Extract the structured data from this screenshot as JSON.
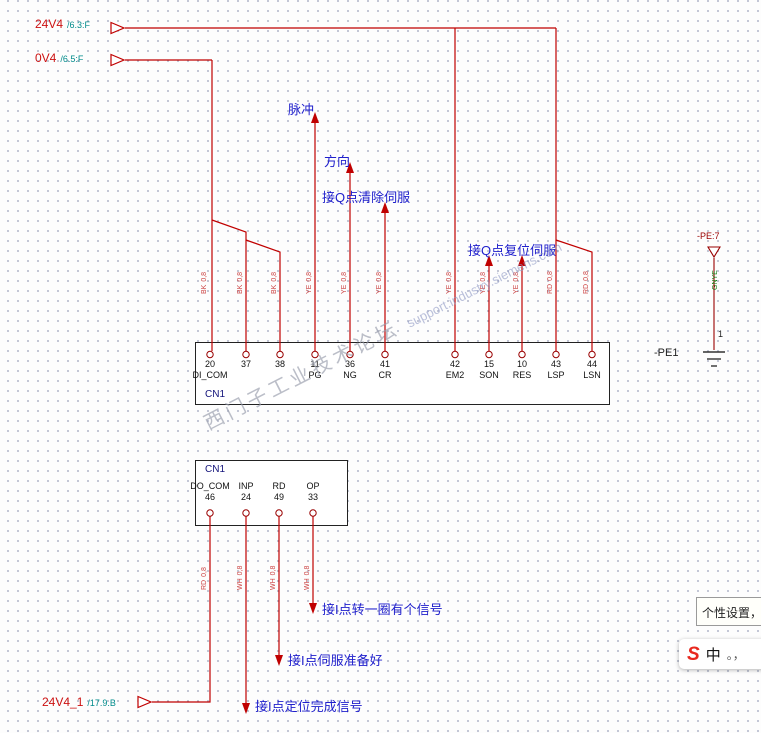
{
  "colors": {
    "wire": "#c00000",
    "terminal_outline": "#990000",
    "annotation_blue": "#2020cc",
    "rail_red": "#cc1111",
    "reference_teal": "#008b8b",
    "wire_label_red": "#cc4444",
    "gnye_green": "#0a7a0a",
    "ime_logo_red": "#e8281e"
  },
  "rails": {
    "v24": {
      "label": "24V4",
      "ref": "/6.3:F"
    },
    "v0": {
      "label": "0V4",
      "ref": "/6.5:F"
    },
    "v24_1": {
      "label": "24V4_1",
      "ref": "/17.9.B"
    }
  },
  "annotations": {
    "pulse": "脉冲",
    "direction": "方向",
    "clear": "接Q点清除伺服",
    "reset": "接Q点复位伺服",
    "one_turn": "接I点转一圈有个信号",
    "ready": "接I点伺服准备好",
    "done": "接I点定位完成信号"
  },
  "cn1_top": {
    "name": "CN1",
    "pins": [
      {
        "num": "20",
        "label": "DI_COM"
      },
      {
        "num": "37",
        "label": ""
      },
      {
        "num": "38",
        "label": ""
      },
      {
        "num": "11",
        "label": "PG"
      },
      {
        "num": "36",
        "label": "NG"
      },
      {
        "num": "41",
        "label": "CR"
      },
      {
        "num": "42",
        "label": "EM2"
      },
      {
        "num": "15",
        "label": "SON"
      },
      {
        "num": "10",
        "label": "RES"
      },
      {
        "num": "43",
        "label": "LSP"
      },
      {
        "num": "44",
        "label": "LSN"
      }
    ]
  },
  "cn1_bottom": {
    "name": "CN1",
    "pins": [
      {
        "label": "DO_COM",
        "num": "46"
      },
      {
        "label": "INP",
        "num": "24"
      },
      {
        "label": "RD",
        "num": "49"
      },
      {
        "label": "OP",
        "num": "33"
      }
    ]
  },
  "wire_labels_top": [
    {
      "c": "BK",
      "s": "0,8"
    },
    {
      "c": "BK",
      "s": "0,8"
    },
    {
      "c": "BK",
      "s": "0,8"
    },
    {
      "c": "YE",
      "s": "0,8"
    },
    {
      "c": "YE",
      "s": "0,8"
    },
    {
      "c": "YE",
      "s": "0,8"
    },
    {
      "c": "YE",
      "s": "0,8"
    },
    {
      "c": "YE",
      "s": "0,8"
    },
    {
      "c": "YE",
      "s": "0,8"
    },
    {
      "c": "RD",
      "s": "0,8"
    },
    {
      "c": "RD",
      "s": "0,8"
    }
  ],
  "wire_labels_bottom": [
    {
      "c": "RD",
      "s": "0,8"
    },
    {
      "c": "WH",
      "s": "0,8"
    },
    {
      "c": "WH",
      "s": "0,8"
    },
    {
      "c": "WH",
      "s": "0,8"
    }
  ],
  "pe": {
    "ref": "-PE:7",
    "wire_color": "GNYE",
    "pin": "1",
    "name": "-PE1"
  },
  "watermark": {
    "text": "西门子工业技术论坛",
    "url": "support.industry.siemens.com"
  },
  "tooltip": "个性设置，",
  "ime": {
    "logo": "S",
    "mode": "中",
    "punct": "。，"
  }
}
